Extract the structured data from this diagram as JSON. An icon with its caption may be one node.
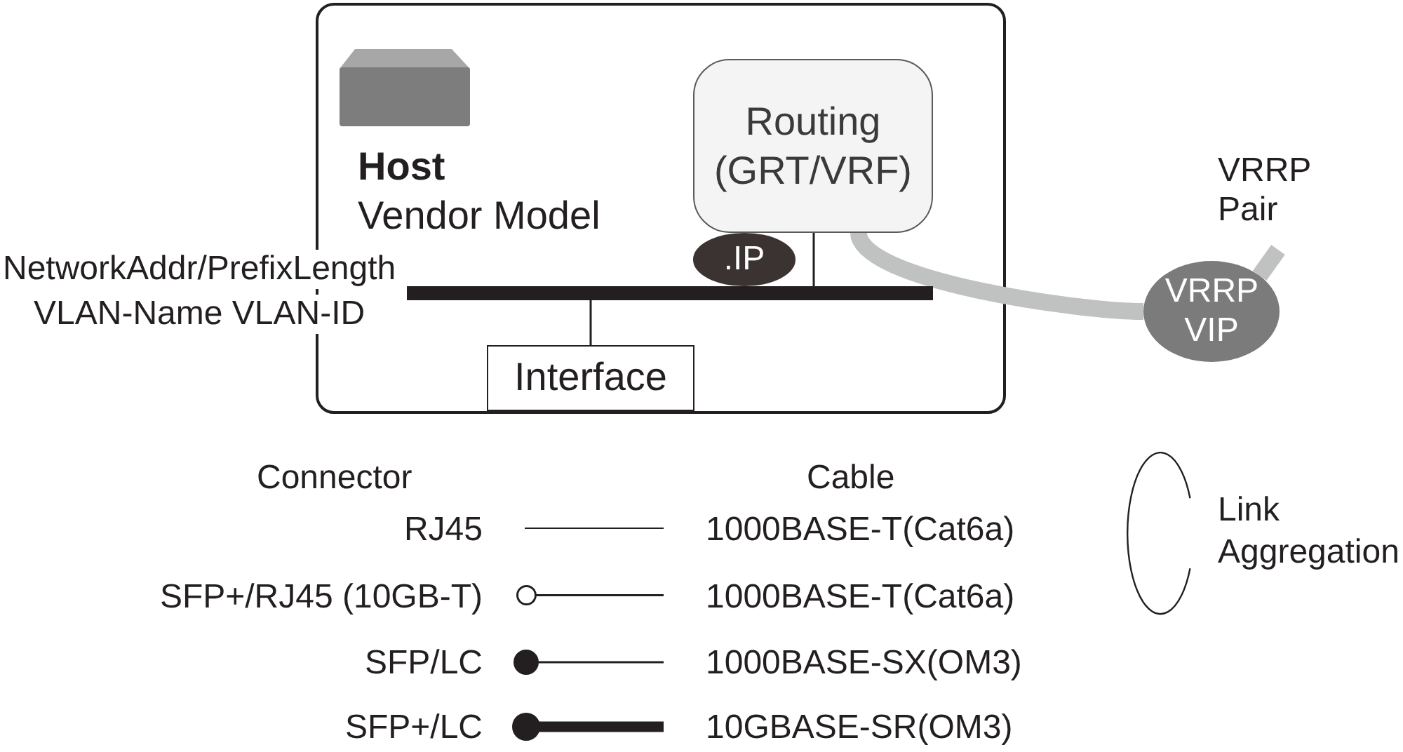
{
  "diagram": {
    "nodes": [
      {
        "text": [
          "Host",
          "Vendor Model"
        ]
      },
      {
        "text": [
          "Routing (GRT/VRF)"
        ],
        "in": 0
      },
      {
        "text": [
          ".IP"
        ],
        "in": 0
      },
      {
        "text": [],
        "shape": "bar",
        "in": 0,
        "beside": [
          "NetworkAddr/PrefixLength",
          "VLAN-Name VLAN-ID"
        ]
      },
      {
        "text": [
          "Interface"
        ],
        "in": 0
      },
      {
        "text": [
          "VRRP VIP"
        ]
      }
    ],
    "edges": [
      {
        "from": 1,
        "to": 3,
        "arrow": "none"
      },
      {
        "from": 3,
        "to": 4,
        "arrow": "none"
      },
      {
        "from": 1,
        "to": 5,
        "arrow": "none",
        "style": "thick",
        "color": "#c0c2c1"
      },
      {
        "from": 5,
        "to": null,
        "arrow": "none",
        "style": "thick",
        "color": "#c0c2c1",
        "label": "VRRP Pair"
      }
    ],
    "labels": [
      "Connector",
      "Cable",
      "RJ45",
      "1000BASE-T(Cat6a)",
      "SFP+/RJ45 (10GB-T)",
      "1000BASE-T(Cat6a)",
      "SFP/LC",
      "1000BASE-SX(OM3)",
      "SFP+/LC",
      "10GBASE-SR(OM3)"
    ],
    "legend": [
      {
        "text": "Link Aggregation"
      }
    ]
  }
}
